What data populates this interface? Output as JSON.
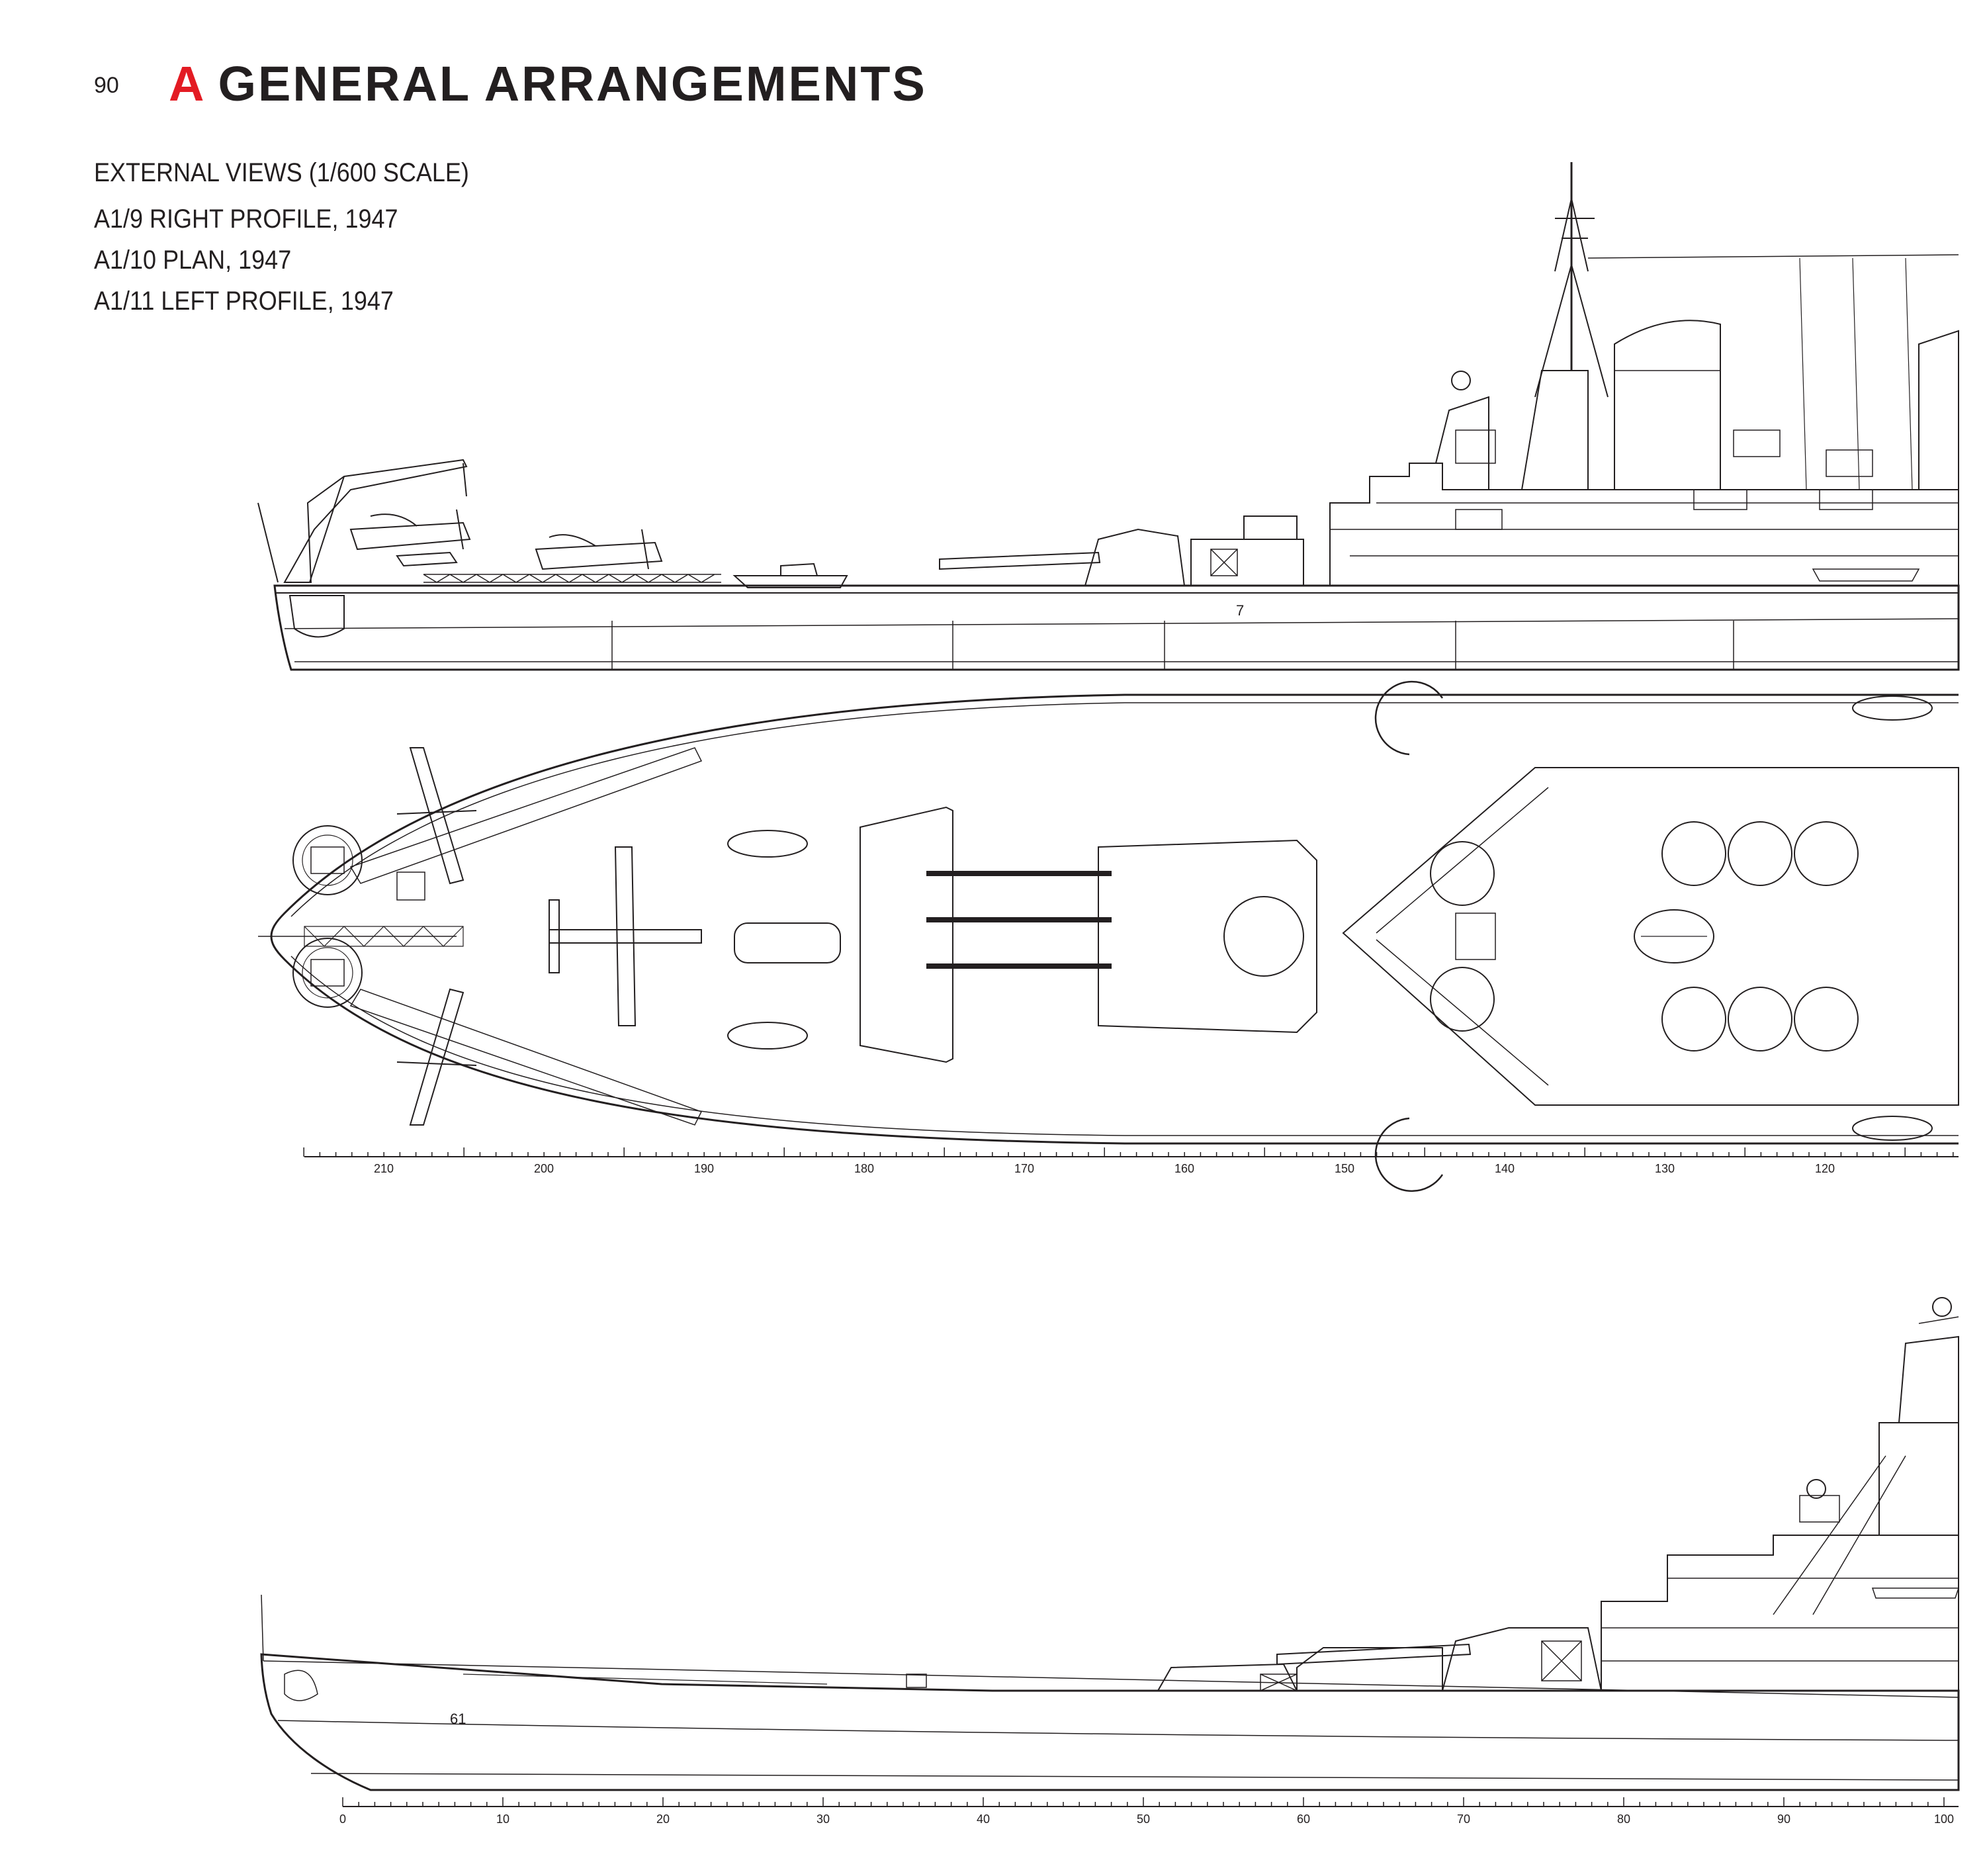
{
  "page": {
    "number": "90",
    "chapter_letter": "A",
    "chapter_title": "GENERAL ARRANGEMENTS"
  },
  "captions": [
    "EXTERNAL VIEWS (1/600 SCALE)",
    "A1/9 RIGHT PROFILE, 1947",
    "A1/10 PLAN, 1947",
    "A1/11 LEFT PROFILE, 1947"
  ],
  "plan_scale_labels": [
    "210",
    "200",
    "190",
    "180",
    "170",
    "160",
    "150",
    "140",
    "130",
    "120"
  ],
  "profile_scale_labels": [
    "0",
    "10",
    "20",
    "30",
    "40",
    "50",
    "60",
    "70",
    "80",
    "90",
    "100"
  ],
  "drawing_marks": {
    "right_profile_hull_number": "7",
    "left_profile_hull_number": "61"
  }
}
